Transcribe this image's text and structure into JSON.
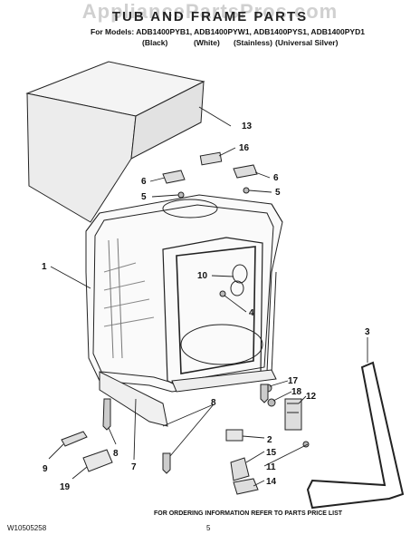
{
  "watermark": "AppliancePartsPros.com",
  "title": "TUB AND FRAME PARTS",
  "models_line": "For Models: ADB1400PYB1, ADB1400PYW1, ADB1400PYS1, ADB1400PYD1",
  "variants": [
    "(Black)",
    "(White)",
    "(Stainless)",
    "(Universal Silver)"
  ],
  "callouts": [
    "13",
    "16",
    "6",
    "5",
    "6",
    "5",
    "1",
    "10",
    "4",
    "3",
    "17",
    "18",
    "12",
    "2",
    "8",
    "15",
    "11",
    "14",
    "8",
    "7",
    "9",
    "19"
  ],
  "footer": {
    "note": "FOR ORDERING INFORMATION REFER TO PARTS PRICE LIST",
    "code": "W10505258",
    "page": "5"
  }
}
